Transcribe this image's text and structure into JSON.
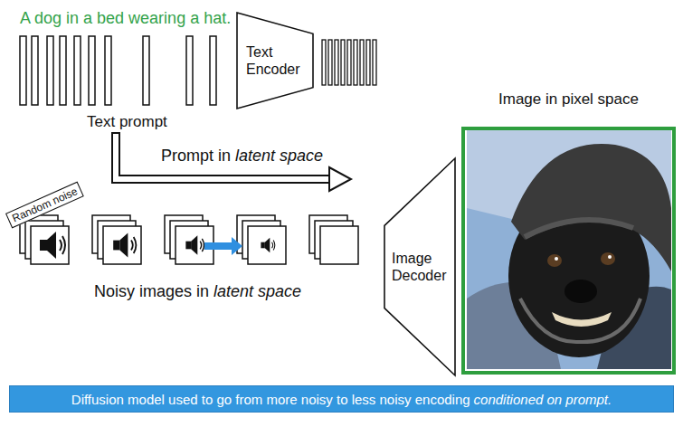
{
  "diagram": {
    "nodes": [
      {
        "text": [
          "Text Encoder"
        ]
      },
      {
        "text": [
          "Image in pixel space"
        ]
      },
      {
        "text": [
          "Image Decoder"
        ]
      },
      {
        "text": [
          "Diffusion model used to go from more noisy to less noisy encoding",
          "conditioned on prompt."
        ]
      }
    ],
    "labels": [
      "A dog in a bed wearing a hat.",
      "Text prompt",
      "Prompt in",
      "latent space",
      "Random noise",
      "Noisy images in",
      "latent space"
    ]
  }
}
